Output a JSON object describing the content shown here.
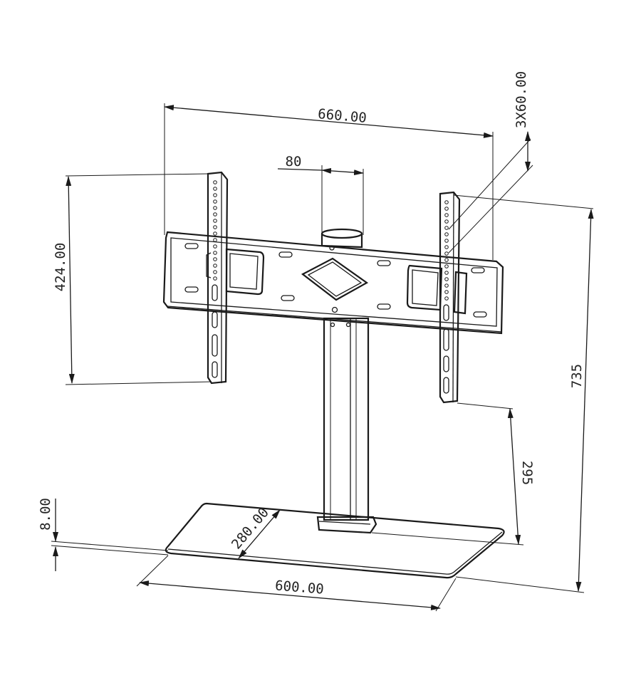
{
  "diagram": {
    "dimensions": {
      "overall_width": "660.00",
      "pole_width": "80",
      "hole_spacing": "3X60.00",
      "bracket_height": "424.00",
      "total_height": "735",
      "bottom_clearance": "295",
      "base_thickness": "8.00",
      "base_depth": "280.00",
      "base_width": "600.00"
    },
    "colors": {
      "line": "#1a1a1a",
      "text": "#222222",
      "background": "#ffffff"
    }
  }
}
